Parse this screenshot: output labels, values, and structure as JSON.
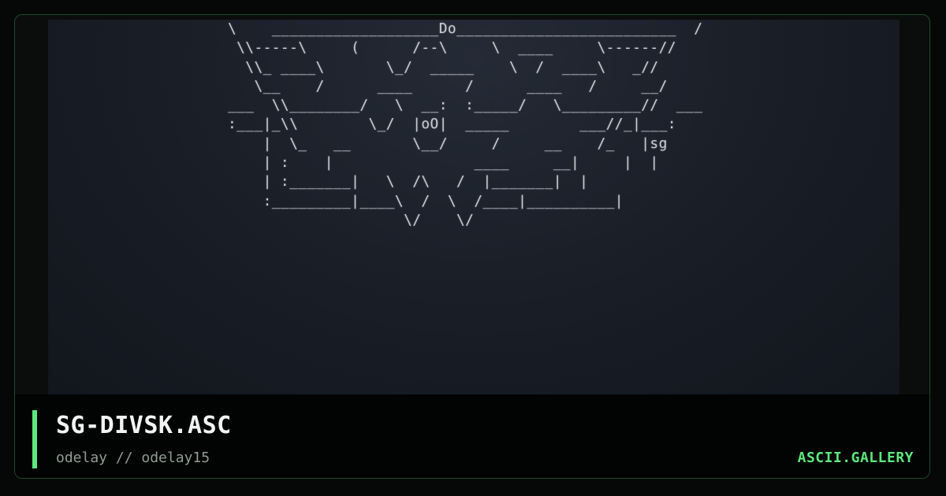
{
  "artwork": {
    "ascii_lines": [
      "\\    ___________________Do_________________________  /",
      " \\\\-----\\     (      /--\\     \\  ____     \\------//",
      "  \\\\_ ____\\       \\_/  _____    \\  /  ____\\   _//",
      "   \\__    /      ____      /      ____   /     __/",
      "___  \\\\________/   \\  __:  :_____/   \\_________//  ___",
      ":___|_\\\\        \\_/  |oO|  _____        ___//_|___:",
      "    |  \\_   __       \\__/     /     __    /_   |sg",
      "    | :    |                ____     __|     |  |",
      "    | :_______|   \\  /\\   /  |_______|  |",
      "    :_________|____\\  /  \\  /____|__________|",
      "                    \\/    \\/"
    ]
  },
  "caption": {
    "title": "SG-DIVSK.ASC",
    "author": "odelay // odelay15",
    "brand": "ASCII.GALLERY"
  },
  "colors": {
    "accent": "#5ee87e",
    "frame_border": "#1f4a2b",
    "art_background": "#1a1f28",
    "caption_background": "#020303"
  }
}
